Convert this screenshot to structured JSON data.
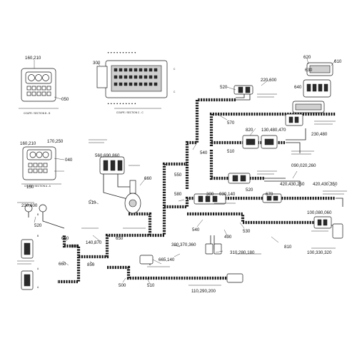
{
  "part_refs": {
    "r160_210_top": "160,210",
    "r050": "050",
    "r300": "300",
    "r220_600": "220,600",
    "r520_top": "520",
    "r620": "620",
    "r610": "610",
    "r630": "630",
    "r640": "640",
    "r230_480": "230,480",
    "r570": "570",
    "r820": "820",
    "r130_480_470": "130,480,470",
    "r510_mid": "510",
    "r090_020_260": "090,020,260",
    "r160_210_mid": "160,210",
    "r170_250": "170,250",
    "r040": "040",
    "r150": "150",
    "r560_690_860": "560,690,860",
    "r540": "540",
    "r550": "550",
    "r660": "660",
    "r520_mid": "520",
    "r420_430_250_a": "420,430,250",
    "r420_430_250_b": "420,430,250",
    "r580": "580",
    "r300_mid": "300",
    "r030_140": "030,140",
    "r670": "670",
    "r100_080_060": "100,080,060",
    "r510_left": "510",
    "r230_600": "230,600",
    "r520_left": "520",
    "r660_left": "660",
    "r140_870": "140,870",
    "r540_mid": "540",
    "r490": "490",
    "r530": "530",
    "r310_280_180": "310,280,180",
    "r380_370_360": "380,370,360",
    "r650": "650",
    "r850": "850",
    "r660_b": "660",
    "r665_140": "665,140",
    "r500": "500",
    "r510_bottom": "510",
    "r110_290_200": "110,290,200",
    "r810": "810",
    "r100_330_320": "100,330,320"
  },
  "captions": {
    "section_bb": "COUPE / SECTION B - B",
    "section_cc": "COUPE / SECTION C - C",
    "section_aa": "COUPE / SECTION A - A"
  },
  "section_marks": {
    "b_upper": "B",
    "b_lower": "B",
    "c_left": "C",
    "c_right": "C",
    "a_upper": "A",
    "a_lower": "A"
  }
}
